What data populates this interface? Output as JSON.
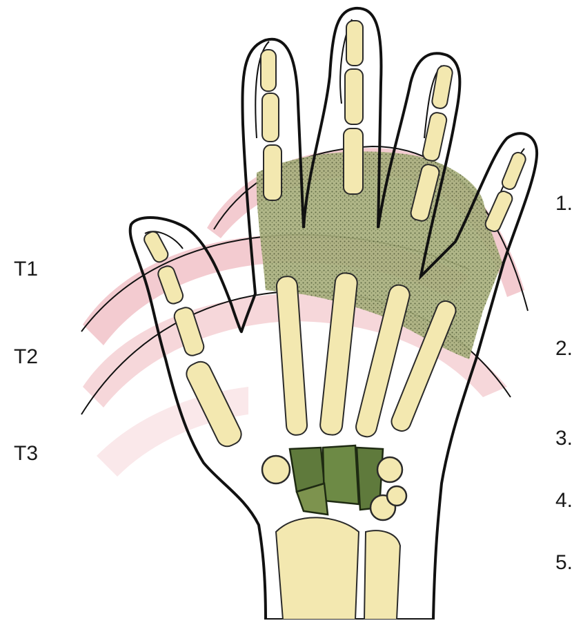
{
  "zone_labels": [
    "T1",
    "T2",
    "T3"
  ],
  "numbered_labels": [
    "1.",
    "2.",
    "3.",
    "4.",
    "5."
  ],
  "colors": {
    "skin_outline": "#111111",
    "bone_fill": "#f3e8b0",
    "bone_stroke": "#2a2a2a",
    "stippled_zone": "#8f9a6a",
    "carpal_dark": "#5f7a3c",
    "zone_shading": "#e07a86",
    "background": "#ffffff"
  }
}
